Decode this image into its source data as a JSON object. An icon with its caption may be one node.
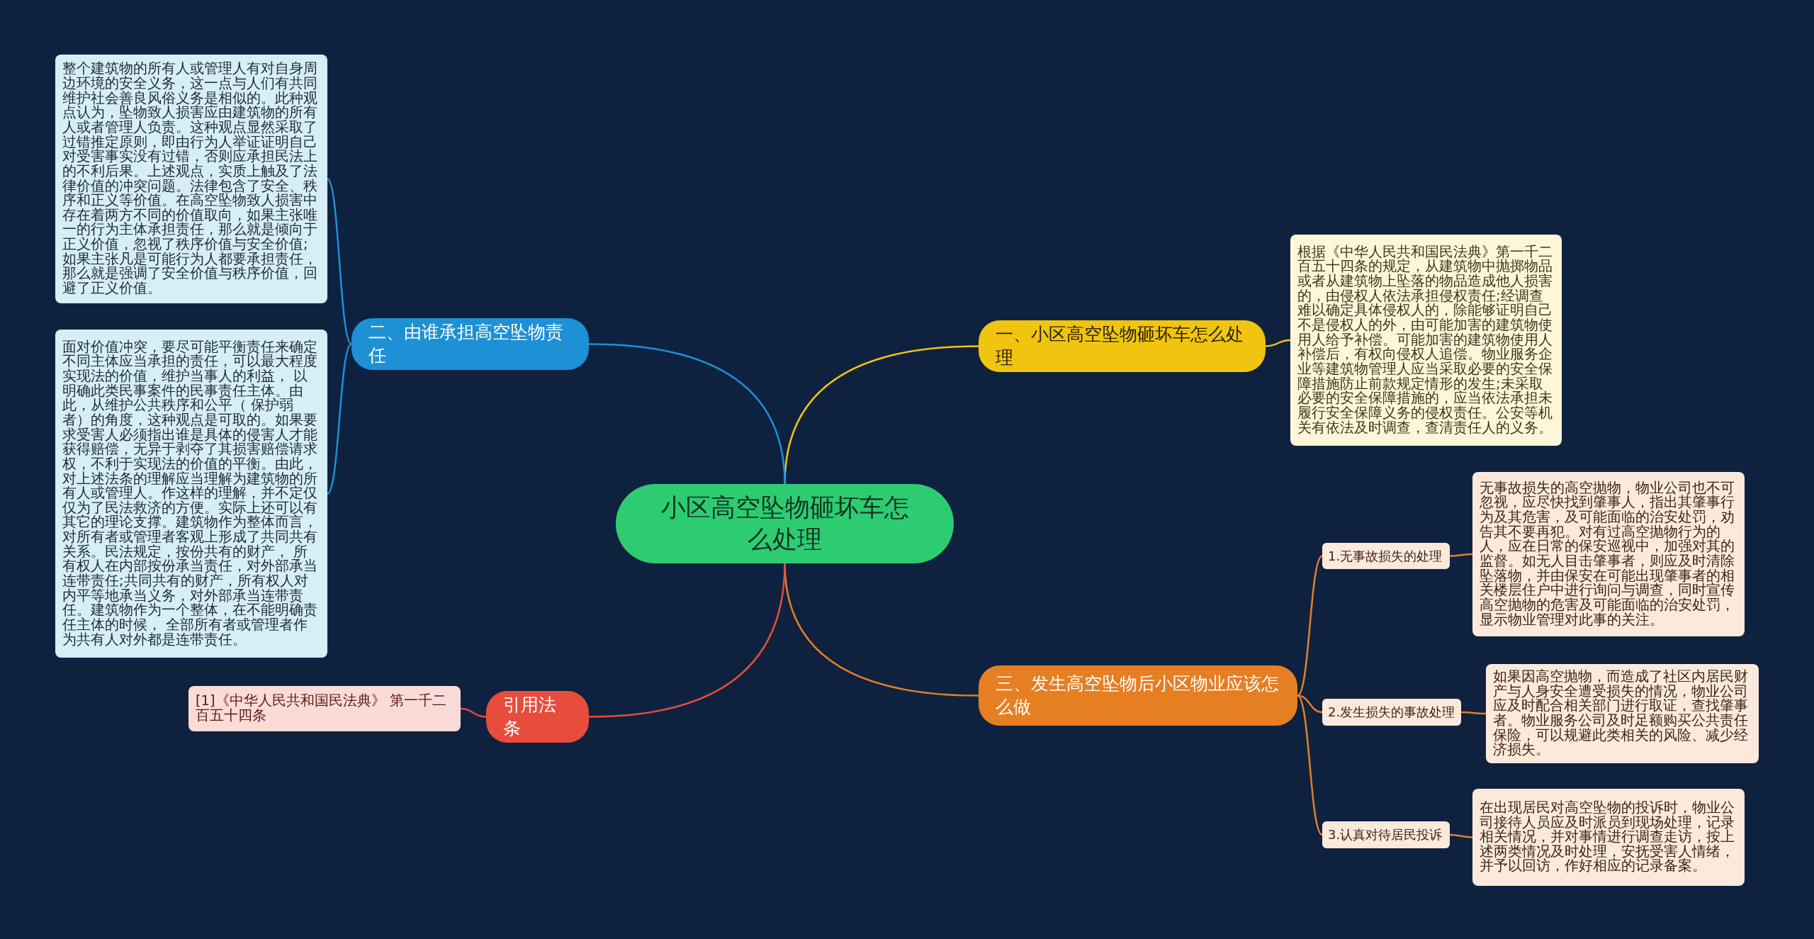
{
  "diagram": {
    "nodes": [
      {
        "text": [
          "小区高空坠物砸坏车怎么处理"
        ]
      },
      {
        "text": [
          "一、小区高空坠物砸坏车怎么处理"
        ]
      },
      {
        "text": [
          "根据《中华人民共和国民法典》第一千二百五十四条的规定，从建筑物中抛掷物品或者从建筑物上坠落的物品造成他人损害的，由侵权人依法承担侵权责任;经调查难以确定具体侵权人的，除能够证明自己不是侵权人的外，由可能加害的建筑物使用人给予补偿。可能加害的建筑物使用人补偿后，有权向侵权人追偿。物业服务企业等建筑物管理人应当采取必要的安全保障措施防止前款规定情形的发生;未采取必要的安全保障措施的，应当依法承担未履行安全保障义务的侵权责任。公安等机关有依法及时调查，查清责任人的义务。"
        ]
      },
      {
        "text": [
          "二、由谁承担高空坠物责任"
        ]
      },
      {
        "text": [
          "整个建筑物的所有人或管理人有对自身周边环境的安全义务，这一点与人们有共同维护社会善良风俗义务是相似的。此种观点认为，坠物致人损害应由建筑物的所有人或者管理人负责。这种观点显然采取了过错推定原则，即由行为人举证证明自己对受害事实没有过错，否则应承担民法上的不利后果。上述观点，实质上触及了法律价值的冲突问题。法律包含了安全、秩序和正义等价值。在高空坠物致人损害中存在着两方不同的价值取向，如果主张唯一的行为主体承担责任，那么就是倾向于正义价值，忽视了秩序价值与安全价值;如果主张凡是可能行为人都要承担责任，那么就是强调了安全价值与秩序价值，回避了正义价值。"
        ]
      },
      {
        "text": [
          "面对价值冲突，要尽可能平衡责任来确定不同主体应当承担的责任，可以最大程度实现法的价值，维护当事人的利益， 以明确此类民事案件的民事责任主体。由此，从维护公共秩序和公平（ 保护弱者）的角度，这种观点是可取的。如果要求受害人必须指出谁是具体的侵害人才能获得赔偿，无异于剥夺了其损害赔偿请求权，不利于实现法的价值的平衡。由此，对上述法条的理解应当理解为建筑物的所有人或管理人。作这样的理解，并不定仅仅为了民法救济的方便。实际上还可以有其它的理论支撑。建筑物作为整体而言，对所有者或管理者客观上形成了共同共有关系。民法规定，按份共有的财产， 所有权人在内部按份承当责任，对外部承当连带责任;共同共有的财产，所有权人对内平等地承当义务，对外部承当连带责任。建筑物作为一个整体，在不能明确责任主体的时候， 全部所有者或管理者作为共有人对外都是连带责任。"
        ]
      },
      {
        "text": [
          "三、发生高空坠物后小区物业应该怎么做"
        ]
      },
      {
        "text": [
          "1.无事故损失的处理"
        ]
      },
      {
        "text": [
          "无事故损失的高空抛物，物业公司也不可忽视，应尽快找到肇事人，指出其肇事行为及其危害，及可能面临的治安处罚，劝告其不要再犯。对有过高空抛物行为的人，应在日常的保安巡视中，加强对其的监督。如无人目击肇事者，则应及时清除坠落物，并由保安在可能出现肇事者的相关楼层住户中进行询问与调查，同时宣传高空抛物的危害及可能面临的治安处罚，显示物业管理对此事的关注。"
        ]
      },
      {
        "text": [
          "2.发生损失的事故处理"
        ]
      },
      {
        "text": [
          "如果因高空抛物，而造成了社区内居民财产与人身安全遭受损失的情况，物业公司应及时配合相关部门进行取证，查找肇事者。物业服务公司及时足额购买公共责任保险，可以规避此类相关的风险、减少经济损失。"
        ]
      },
      {
        "text": [
          "3.认真对待居民投诉"
        ]
      },
      {
        "text": [
          "在出现居民对高空坠物的投诉时，物业公司接待人员应及时派员到现场处理，记录相关情况，并对事情进行调查走访，按上述两类情况及时处理，安抚受害人情绪，并予以回访，作好相应的记录备案。"
        ]
      },
      {
        "text": [
          "引用法条"
        ]
      },
      {
        "text": [
          "[1]《中华人民共和国民法典》 第一千二百五十四条"
        ]
      }
    ],
    "edges": [
      {
        "from": 0,
        "to": 1,
        "arrow": "none",
        "color": "#f1c40f"
      },
      {
        "from": 1,
        "to": 2,
        "arrow": "none",
        "color": "#f1c40f"
      },
      {
        "from": 0,
        "to": 3,
        "arrow": "none",
        "color": "#1e90d6"
      },
      {
        "from": 3,
        "to": 4,
        "arrow": "none",
        "color": "#1e90d6"
      },
      {
        "from": 3,
        "to": 5,
        "arrow": "none",
        "color": "#1e90d6"
      },
      {
        "from": 0,
        "to": 6,
        "arrow": "none",
        "color": "#e67e22"
      },
      {
        "from": 6,
        "to": 7,
        "arrow": "none",
        "color": "#e67e22"
      },
      {
        "from": 6,
        "to": 9,
        "arrow": "none",
        "color": "#e67e22"
      },
      {
        "from": 6,
        "to": 11,
        "arrow": "none",
        "color": "#e67e22"
      },
      {
        "from": 7,
        "to": 8,
        "arrow": "none",
        "color": "#e67e22"
      },
      {
        "from": 9,
        "to": 10,
        "arrow": "none",
        "color": "#e67e22"
      },
      {
        "from": 11,
        "to": 12,
        "arrow": "none",
        "color": "#e67e22"
      },
      {
        "from": 0,
        "to": 13,
        "arrow": "none",
        "color": "#e74c3c"
      },
      {
        "from": 13,
        "to": 14,
        "arrow": "none",
        "color": "#e74c3c"
      }
    ]
  }
}
